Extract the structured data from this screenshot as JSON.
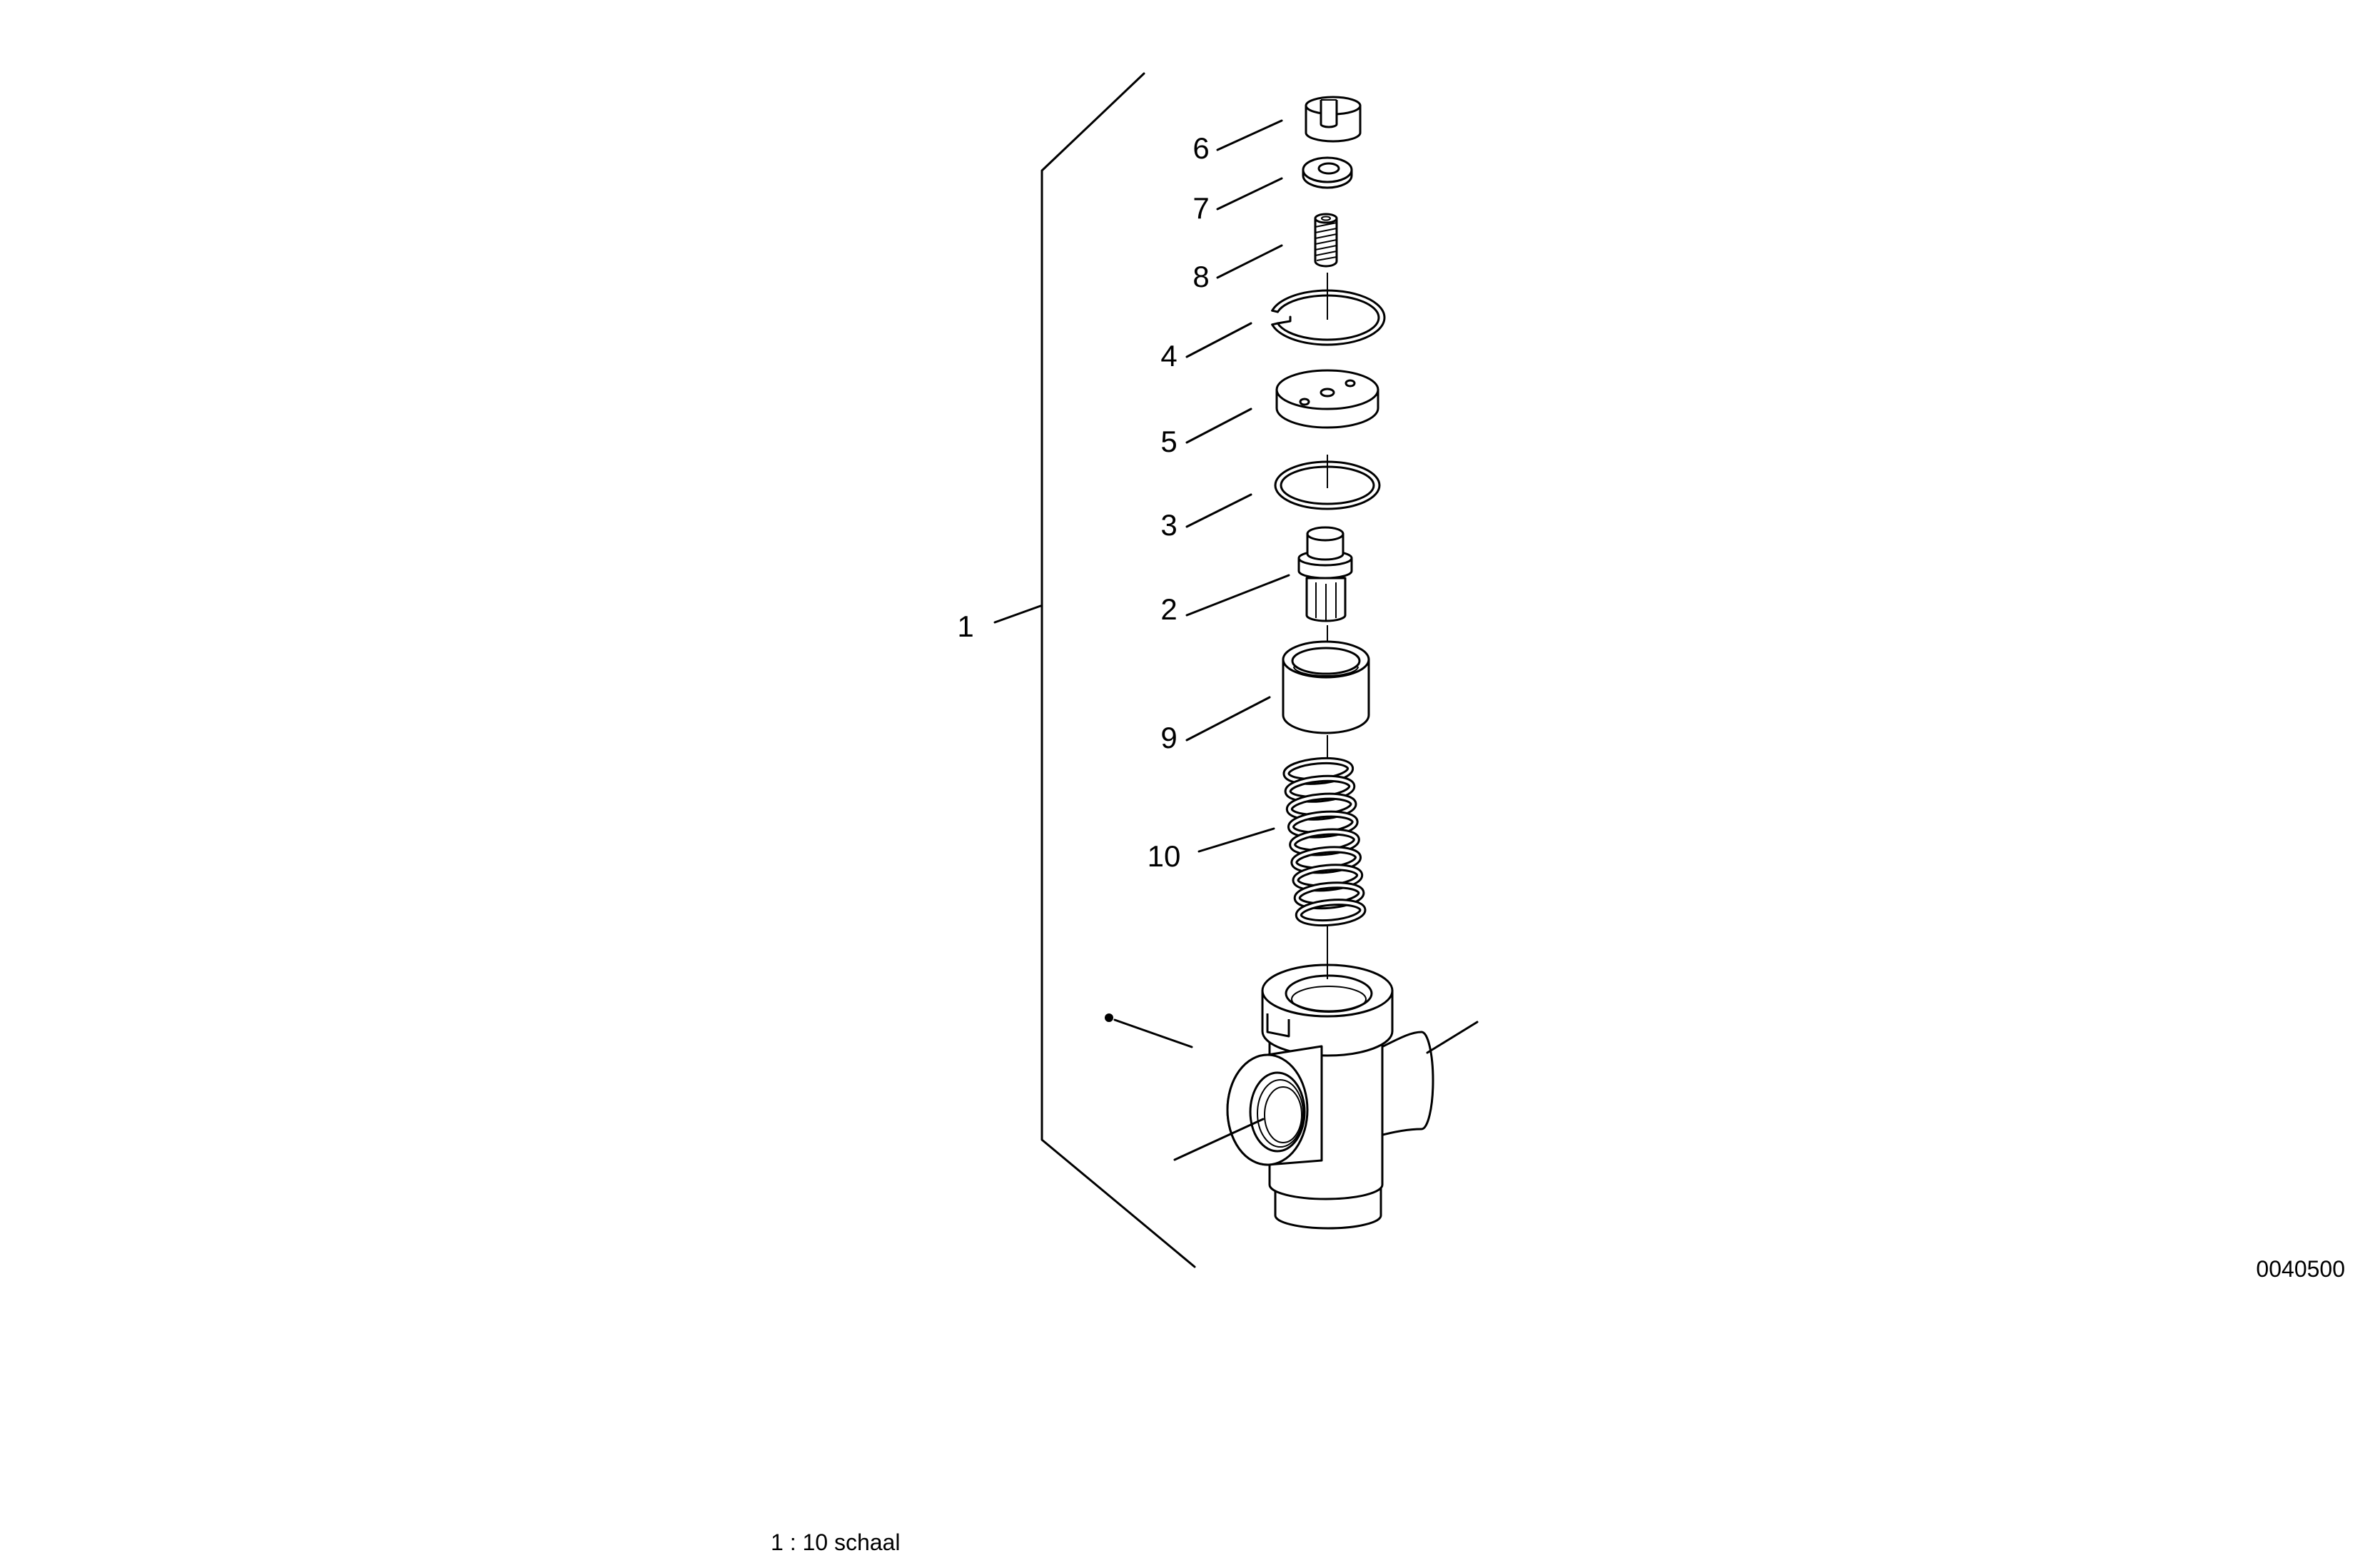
{
  "callouts": {
    "assembly": "1",
    "parts": [
      "6",
      "7",
      "8",
      "4",
      "5",
      "3",
      "2",
      "9",
      "10"
    ]
  },
  "drawing_number": "0040500",
  "scale_note": "1 : 10 schaal",
  "colors": {
    "line": "#000000",
    "background": "#ffffff"
  }
}
